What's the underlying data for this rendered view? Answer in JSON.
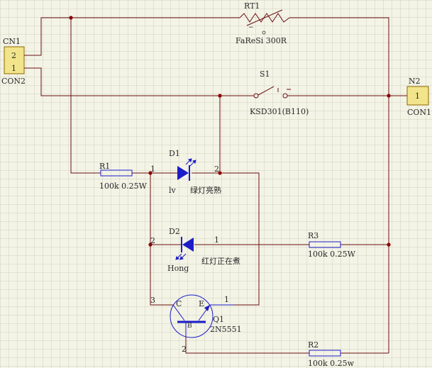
{
  "colors": {
    "background": "#f3f3e6",
    "grid": "#c9c9b8",
    "wire": "#6b1010",
    "component": "#1c1cc8",
    "junction": "#8c0000",
    "connector_fill": "#f2e48a",
    "label_text": "#2a2a2a"
  },
  "components": {
    "rt1": {
      "ref": "RT1",
      "value": "FaReSi 300R"
    },
    "cn1": {
      "ref": "CN1",
      "type": "CON2",
      "pin_top": "2",
      "pin_bottom": "1"
    },
    "n2": {
      "ref": "N2",
      "type": "CON1",
      "pin": "1"
    },
    "s1": {
      "ref": "S1",
      "value": "KSD301(B110)"
    },
    "r1": {
      "ref": "R1",
      "value": "100k 0.25W"
    },
    "d1": {
      "ref": "D1",
      "name": "lv",
      "note": "绿灯亮熟",
      "pin1": "1",
      "pin2": "2"
    },
    "d2": {
      "ref": "D2",
      "name": "Hong",
      "note": "红灯正在煮",
      "pin1": "1",
      "pin2": "2"
    },
    "r3": {
      "ref": "R3",
      "value": "100k 0.25W"
    },
    "q1": {
      "ref": "Q1",
      "value": "2N5551",
      "c": "C",
      "e": "E",
      "b": "B",
      "pin_c": "3",
      "pin_e": "1",
      "pin_b": "2"
    },
    "r2": {
      "ref": "R2",
      "value": "100k 0.25w"
    }
  }
}
